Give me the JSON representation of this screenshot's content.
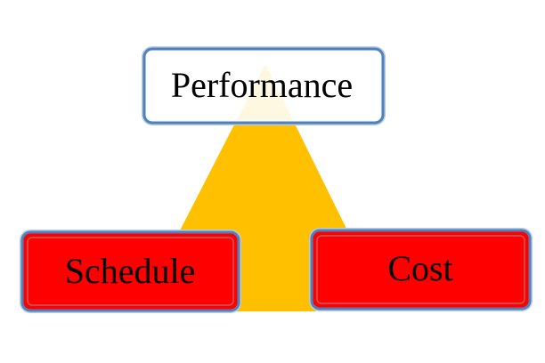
{
  "diagram": {
    "nodes": {
      "performance": {
        "label": "Performance"
      },
      "schedule": {
        "label": "Schedule"
      },
      "cost": {
        "label": "Cost"
      }
    },
    "colors": {
      "triangle_fill": "#FFC000",
      "top_box_fill": "#FFFFFF",
      "bottom_box_fill": "#FF0000",
      "box_border": "#4F81BD",
      "box_inner_border": "#C55A5A",
      "text": "#000000"
    }
  }
}
